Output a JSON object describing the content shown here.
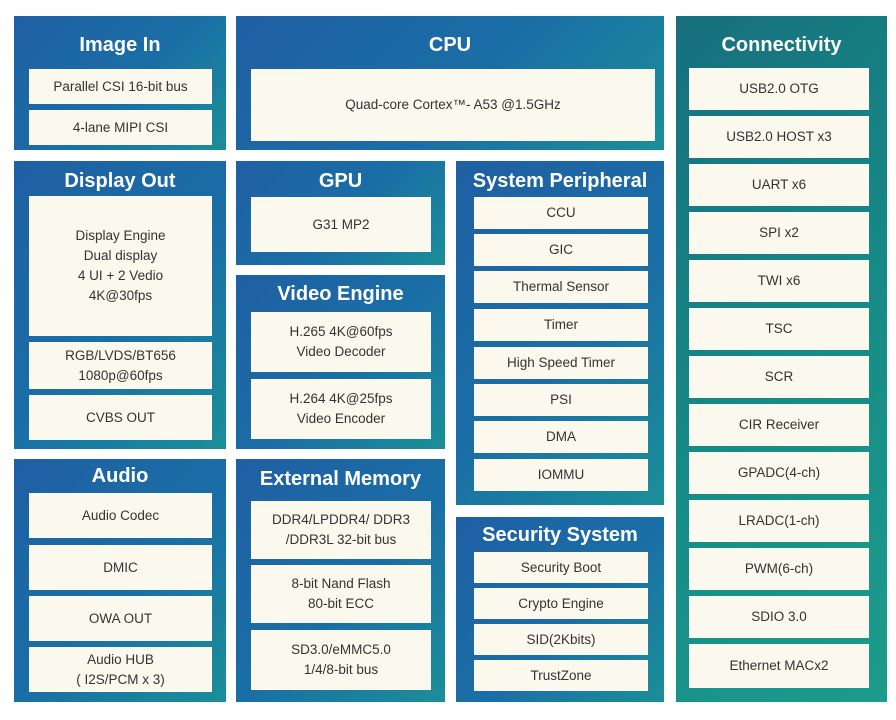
{
  "image_in": {
    "title": "Image In",
    "items": [
      "Parallel CSI 16-bit bus",
      "4-lane MIPI CSI"
    ]
  },
  "cpu": {
    "title": "CPU",
    "desc": "Quad-core Cortex™- A53 @1.5GHz"
  },
  "connectivity": {
    "title": "Connectivity",
    "items": [
      "USB2.0 OTG",
      "USB2.0 HOST x3",
      "UART x6",
      "SPI x2",
      "TWI x6",
      "TSC",
      "SCR",
      "CIR Receiver",
      "GPADC(4-ch)",
      "LRADC(1-ch)",
      "PWM(6-ch)",
      "SDIO 3.0",
      "Ethernet MACx2"
    ]
  },
  "display_out": {
    "title": "Display Out",
    "engine_lines": [
      "Display Engine",
      "Dual display",
      "4 UI + 2 Vedio",
      "4K@30fps"
    ],
    "rgb_lines": [
      "RGB/LVDS/BT656",
      "1080p@60fps"
    ],
    "cvbs": "CVBS OUT"
  },
  "gpu": {
    "title": "GPU",
    "item": "G31 MP2"
  },
  "video_engine": {
    "title": "Video Engine",
    "decoder_lines": [
      "H.265 4K@60fps",
      "Video Decoder"
    ],
    "encoder_lines": [
      "H.264 4K@25fps",
      "Video Encoder"
    ]
  },
  "system_peripheral": {
    "title": "System Peripheral",
    "items": [
      "CCU",
      "GIC",
      "Thermal Sensor",
      "Timer",
      "High Speed Timer",
      "PSI",
      "DMA",
      "IOMMU"
    ]
  },
  "audio": {
    "title": "Audio",
    "items": [
      "Audio Codec",
      "DMIC",
      "OWA OUT"
    ],
    "hub_lines": [
      "Audio HUB",
      "( I2S/PCM x 3)"
    ]
  },
  "external_memory": {
    "title": "External Memory",
    "ddr_lines": [
      "DDR4/LPDDR4/ DDR3",
      "/DDR3L 32-bit bus"
    ],
    "nand_lines": [
      "8-bit Nand Flash",
      "80-bit ECC"
    ],
    "sd_lines": [
      "SD3.0/eMMC5.0",
      "1/4/8-bit bus"
    ]
  },
  "security_system": {
    "title": "Security System",
    "items": [
      "Security Boot",
      "Crypto Engine",
      "SID(2Kbits)",
      "TrustZone"
    ]
  }
}
